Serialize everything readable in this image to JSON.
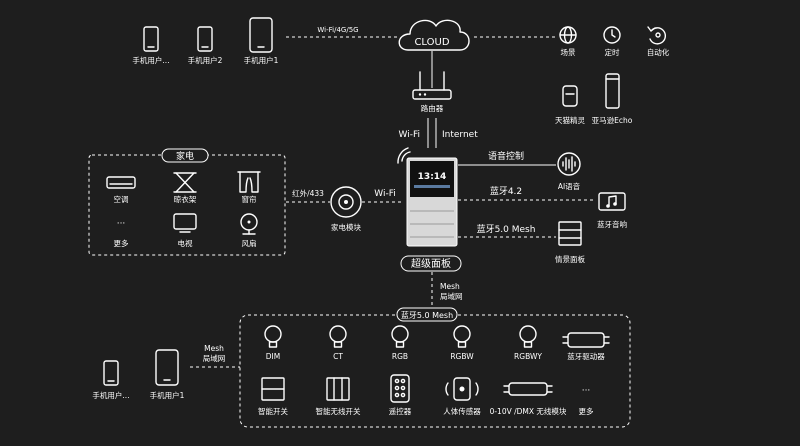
{
  "labels": {
    "phone1": "手机用户...",
    "phone2": "手机用户2",
    "phone3": "手机用户1",
    "wifi_band": "Wi-Fi/4G/5G",
    "cloud": "CLOUD",
    "scene": "场景",
    "timer": "定时",
    "automation": "自动化",
    "router": "路由器",
    "tmall": "天猫精灵",
    "echo": "亚马逊Echo",
    "wifi": "Wi-Fi",
    "internet": "Internet",
    "appliances": "家电",
    "ac": "空调",
    "rack": "晾衣架",
    "curtain": "窗帘",
    "more": "更多",
    "tv": "电视",
    "fan": "风扇",
    "ir433": "红外/433",
    "wifi2": "Wi-Fi",
    "appliance_module": "家电模块",
    "panel_time": "13:14",
    "voice_control": "语音控制",
    "ai_voice": "AI语音",
    "bt42": "蓝牙4.2",
    "bt_speaker": "蓝牙音响",
    "bt50mesh": "蓝牙5.0 Mesh",
    "scene_panel": "情景面板",
    "super_panel": "超级面板",
    "mesh": "Mesh",
    "lan": "局域网",
    "mesh_group": "蓝牙5.0 Mesh",
    "mesh2": "Mesh",
    "lan2": "局域网",
    "phone4": "手机用户...",
    "phone5": "手机用户1",
    "dim": "DIM",
    "ct": "CT",
    "rgb": "RGB",
    "rgbw": "RGBW",
    "rgbwy": "RGBWY",
    "bt_driver": "蓝牙驱动器",
    "smart_switch": "智能开关",
    "wireless_switch": "智能无线开关",
    "remote": "遥控器",
    "human_sensor": "人体传感器",
    "dmx_module": "0-10V /DMX 无线模块",
    "more2": "更多",
    "ellipsis": "···"
  }
}
